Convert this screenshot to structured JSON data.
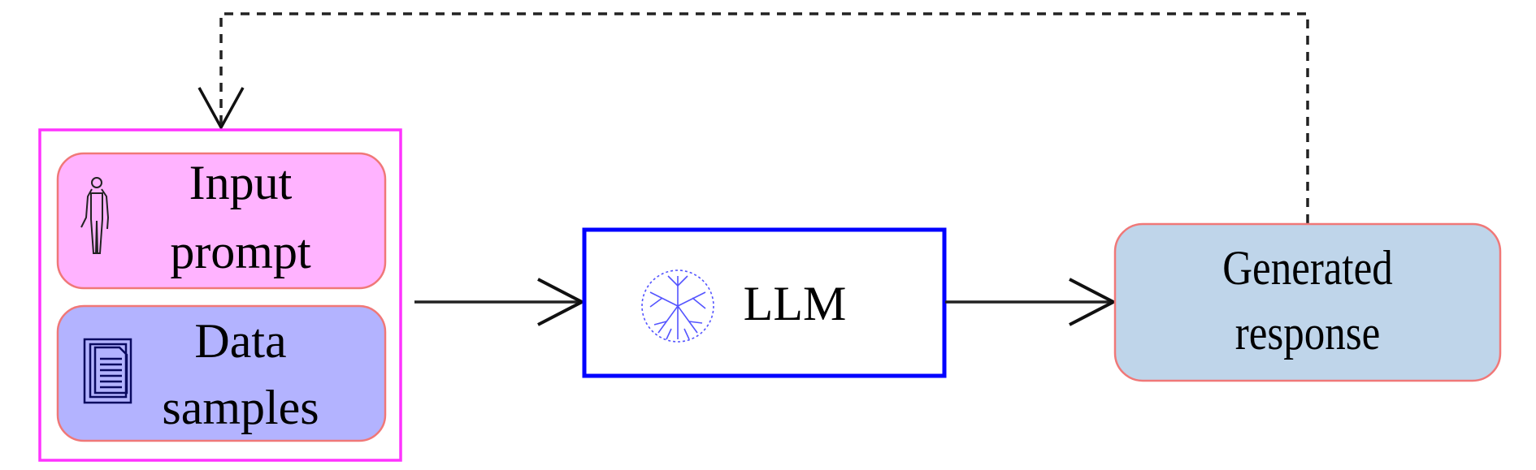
{
  "nodes": {
    "input_prompt": {
      "line1": "Input",
      "line2": "prompt",
      "icon": "person-icon"
    },
    "data_samples": {
      "line1": "Data",
      "line2": "samples",
      "icon": "documents-icon"
    },
    "llm": {
      "label": "LLM",
      "icon": "neural-network-icon"
    },
    "generated_response": {
      "line1": "Generated",
      "line2": "response"
    }
  },
  "colors": {
    "group_border": "#ff33ff",
    "input_prompt_fill": "#ffb3ff",
    "data_samples_fill": "#b3b3ff",
    "llm_border": "#0000ff",
    "response_fill": "#bfd5ea",
    "node_border": "#f07878"
  }
}
